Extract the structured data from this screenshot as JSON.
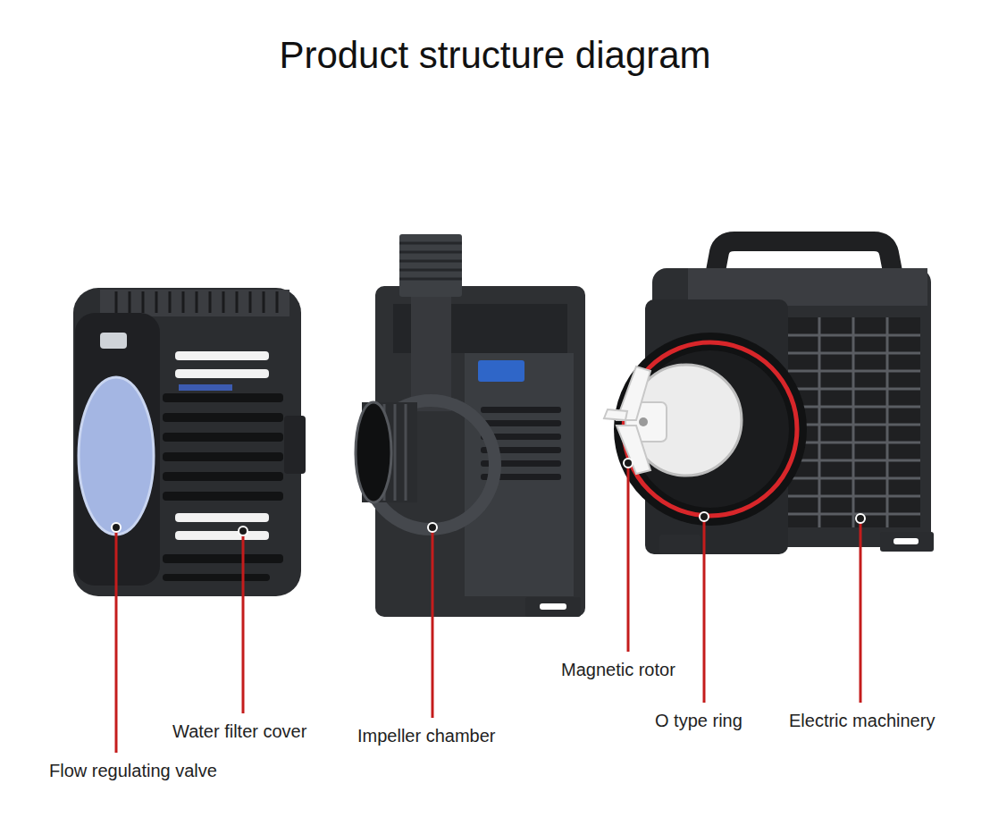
{
  "diagram": {
    "title": "Product structure diagram",
    "labels": [
      "Flow regulating valve",
      "Water filter cover",
      "Impeller chamber",
      "Magnetic rotor",
      "O type ring",
      "Electric machinery"
    ]
  }
}
